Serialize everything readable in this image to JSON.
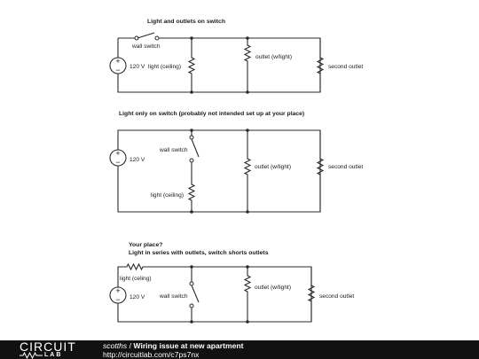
{
  "diagram": {
    "circuit1": {
      "title": "Light and outlets on switch",
      "switch_label": "wall switch",
      "source_label": "120 V",
      "light_label": "light (ceiling)",
      "outlet1_label": "outlet (w/light)",
      "outlet2_label": "second outlet"
    },
    "circuit2": {
      "title": "Light only on switch (probably not intended set up at your place)",
      "source_label": "120 V",
      "switch_label": "wall switch",
      "light_label": "light (ceiling)",
      "outlet1_label": "outlet (w/light)",
      "outlet2_label": "second outlet"
    },
    "circuit3": {
      "title_line1": "Your place?",
      "title_line2": "Light in series with outlets, switch shorts outlets",
      "light_label": "light (celing)",
      "source_label": "120 V",
      "switch_label": "wall switch",
      "outlet1_label": "outlet (w/light)",
      "outlet2_label": "second outlet"
    },
    "symbols": {
      "plus": "+",
      "minus": "−"
    }
  },
  "footer": {
    "logo_top": "CIRCUIT",
    "logo_bottom": "LAB",
    "user": "scotths",
    "separator": " / ",
    "title": "Wiring issue at new apartment",
    "url": "http://circuitlab.com/c7ps7nx"
  }
}
